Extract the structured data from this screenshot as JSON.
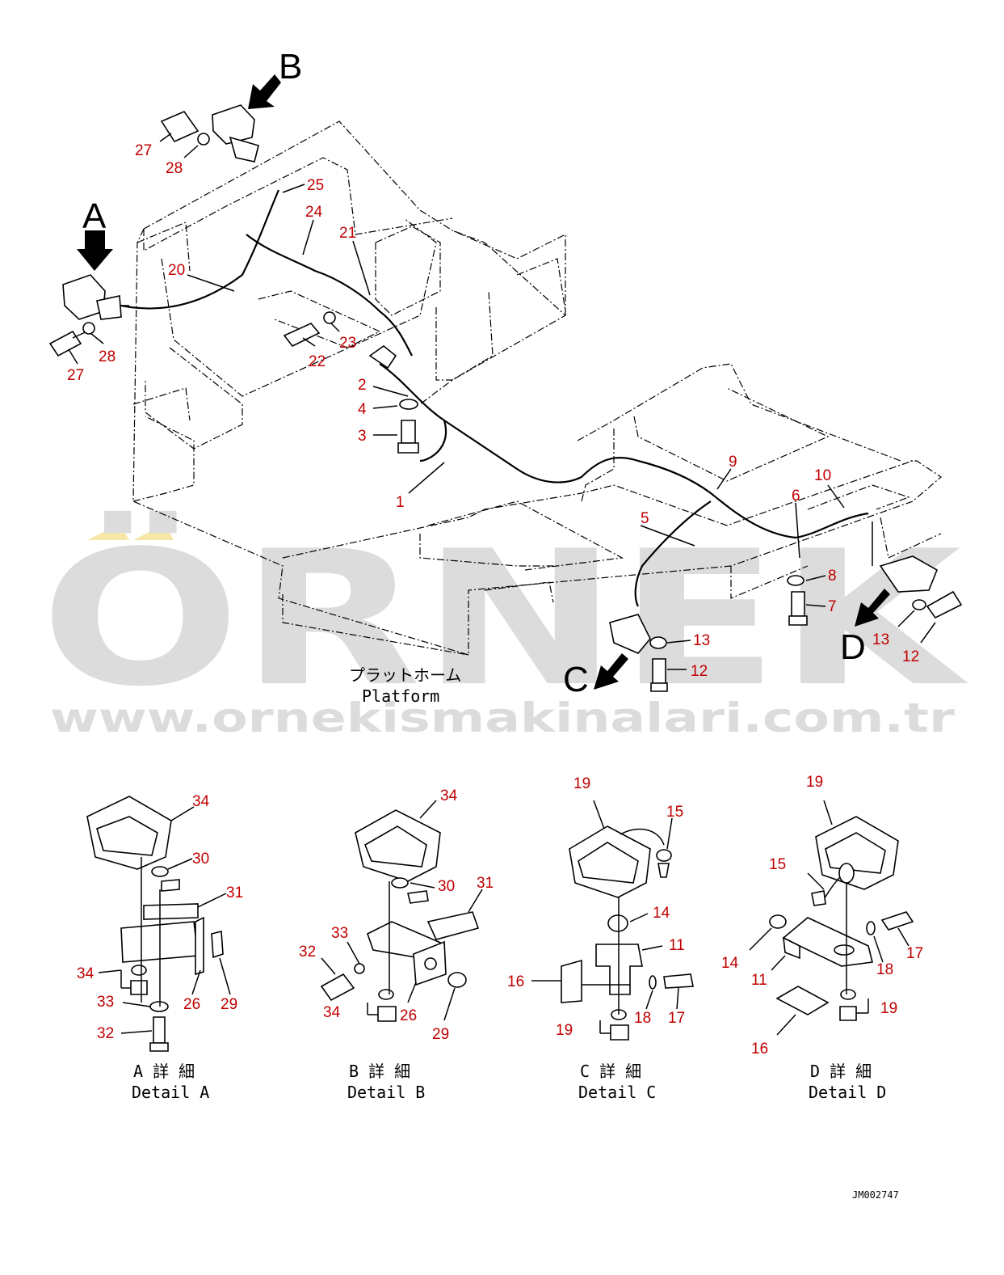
{
  "drawing_code": "JM002747",
  "platform_caption": {
    "jp": "プラットホーム",
    "en": "Platform"
  },
  "view_letters": {
    "a": "A",
    "b": "B",
    "c": "C",
    "d": "D"
  },
  "watermark": {
    "brand": "ÖRNEK",
    "url": "www.ornekismakinalari.com.tr"
  },
  "details": [
    {
      "jp": "A 詳 細",
      "en": "Detail A"
    },
    {
      "jp": "B 詳 細",
      "en": "Detail B"
    },
    {
      "jp": "C 詳 細",
      "en": "Detail C"
    },
    {
      "jp": "D 詳 細",
      "en": "Detail D"
    }
  ],
  "main_callouts": [
    "27",
    "28",
    "25",
    "24",
    "21",
    "20",
    "28",
    "27",
    "22",
    "23",
    "2",
    "4",
    "3",
    "1",
    "9",
    "10",
    "6",
    "5",
    "8",
    "7",
    "13",
    "12",
    "13",
    "12"
  ],
  "detail_a_callouts": [
    "34",
    "30",
    "31",
    "34",
    "33",
    "26",
    "29",
    "32"
  ],
  "detail_b_callouts": [
    "34",
    "30",
    "31",
    "33",
    "32",
    "34",
    "26",
    "29"
  ],
  "detail_c_callouts": [
    "19",
    "15",
    "14",
    "11",
    "16",
    "18",
    "17",
    "19"
  ],
  "detail_d_callouts": [
    "19",
    "15",
    "17",
    "14",
    "11",
    "18",
    "19",
    "16"
  ],
  "colors": {
    "callout": "#c00000",
    "line": "#000000",
    "watermark": "#dcdcdc",
    "watermark_accent": "#f6e7a6"
  }
}
